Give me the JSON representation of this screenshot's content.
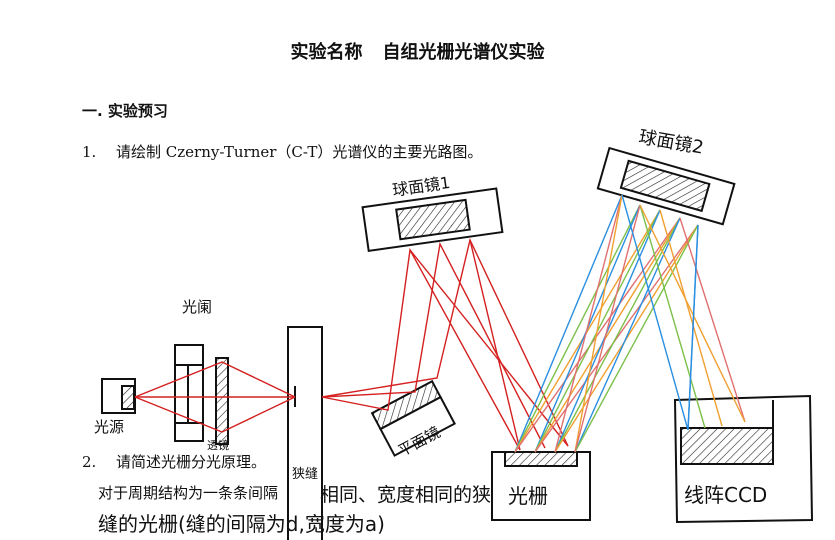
{
  "title": {
    "label": "实验名称",
    "name": "自组光栅光谱仪实验"
  },
  "section1": "一. 实验预习",
  "questions": [
    {
      "num": "1.",
      "text": "请绘制 Czerny-Turner（C-T）光谱仪的主要光路图。"
    },
    {
      "num": "2.",
      "text": "请简述光栅分光原理。"
    }
  ],
  "diagram": {
    "light_source": "光源",
    "aperture": "光阑",
    "lens": "透镜",
    "slit": "狭缝",
    "flat_mirror": "平面镜",
    "sphere_mirror_1": "球面镜1",
    "sphere_mirror_2": "球面镜2",
    "grating": "光栅",
    "ccd": "线阵CCD",
    "colors": {
      "red": "#d42020",
      "blue": "#2a8fe0",
      "green": "#7cc04a",
      "orange": "#f0a030",
      "pink": "#e07070"
    }
  },
  "answer": {
    "line1a": "对于周期结构为一条条间隔",
    "line1b": "相同、宽度相同的狭",
    "line2": "缝的光栅(缝的间隔为d,宽度为a)"
  }
}
